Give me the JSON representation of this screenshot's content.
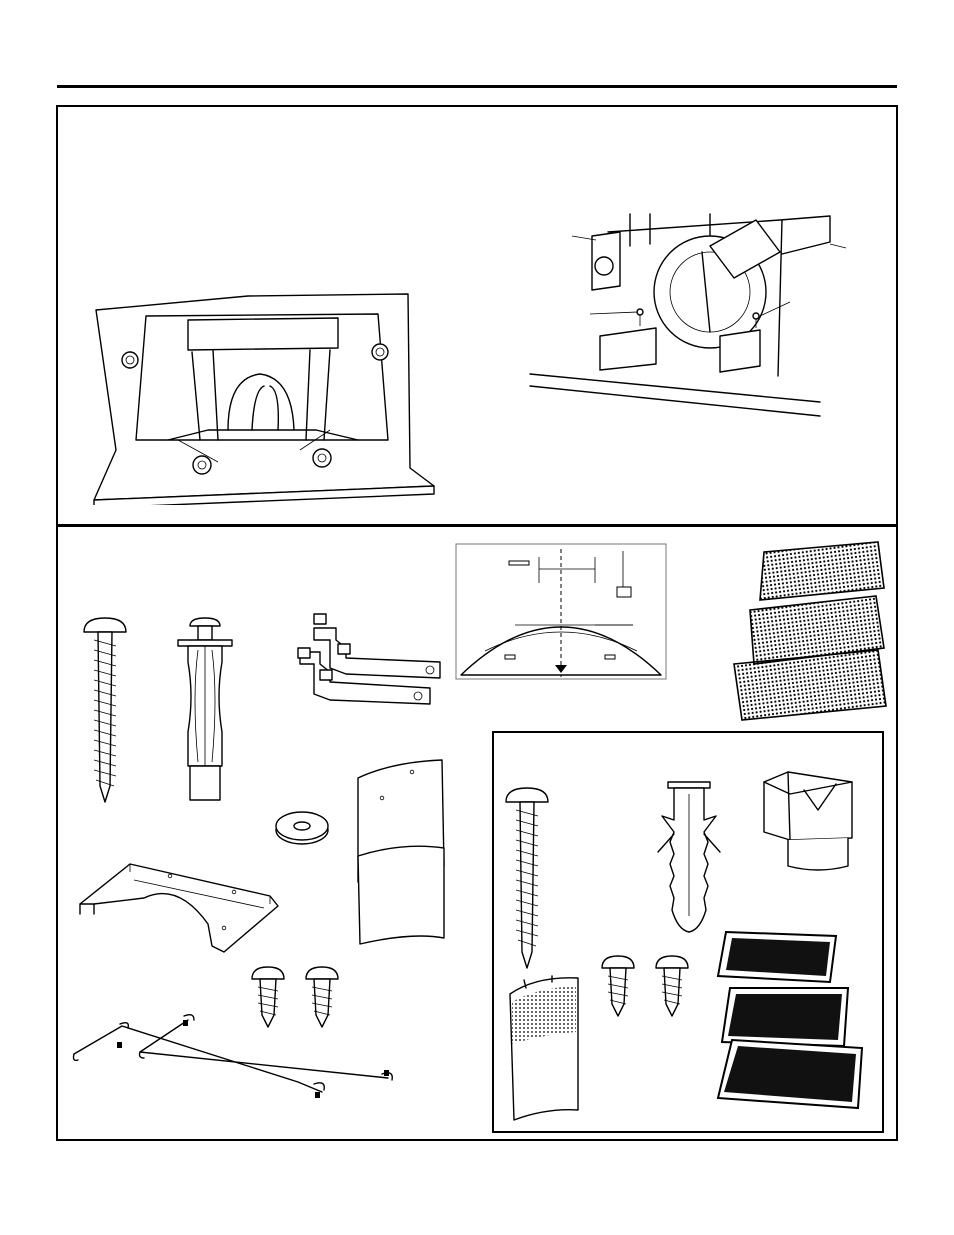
{
  "page": {
    "header_rule": "header-rule",
    "icons": [
      "hood-interior-view",
      "motor-housing-detail",
      "long-screw-icon",
      "toggle-bolt-anchor-icon",
      "mounting-bracket-pair-icon",
      "installation-diagram",
      "metal-grease-filter-icon",
      "washer-icon",
      "duct-cover-icon",
      "ceiling-duct-bracket-icon",
      "short-screw-icon",
      "wire-hanger-bracket-icon",
      "recirculation-kit-box",
      "plastic-wall-anchor-icon",
      "duct-transition-adapter-icon",
      "perforated-duct-cover-icon",
      "charcoal-filter-icon"
    ]
  }
}
